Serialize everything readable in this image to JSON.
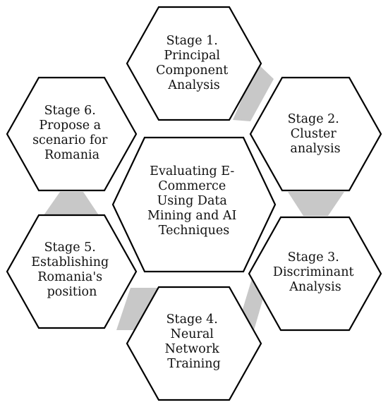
{
  "diagram": {
    "center": {
      "lines": [
        "Evaluating E-",
        "Commerce",
        "Using Data",
        "Mining and AI",
        "Techniques"
      ]
    },
    "stages": [
      {
        "id": "stage-1",
        "lines": [
          "Stage 1.",
          "Principal",
          "Component",
          "Analysis"
        ]
      },
      {
        "id": "stage-2",
        "lines": [
          "Stage 2.",
          "Cluster",
          "analysis"
        ]
      },
      {
        "id": "stage-3",
        "lines": [
          "Stage 3.",
          "Discriminant",
          "Analysis"
        ]
      },
      {
        "id": "stage-4",
        "lines": [
          "Stage 4.",
          "Neural",
          "Network",
          "Training"
        ]
      },
      {
        "id": "stage-5",
        "lines": [
          "Stage 5.",
          "Establishing",
          "Romania's",
          "position"
        ]
      },
      {
        "id": "stage-6",
        "lines": [
          "Stage 6.",
          "Propose a",
          "scenario for",
          "Romania"
        ]
      }
    ],
    "colors": {
      "connector": "#c8c8c8",
      "outline": "#000000",
      "fill": "#ffffff"
    }
  }
}
